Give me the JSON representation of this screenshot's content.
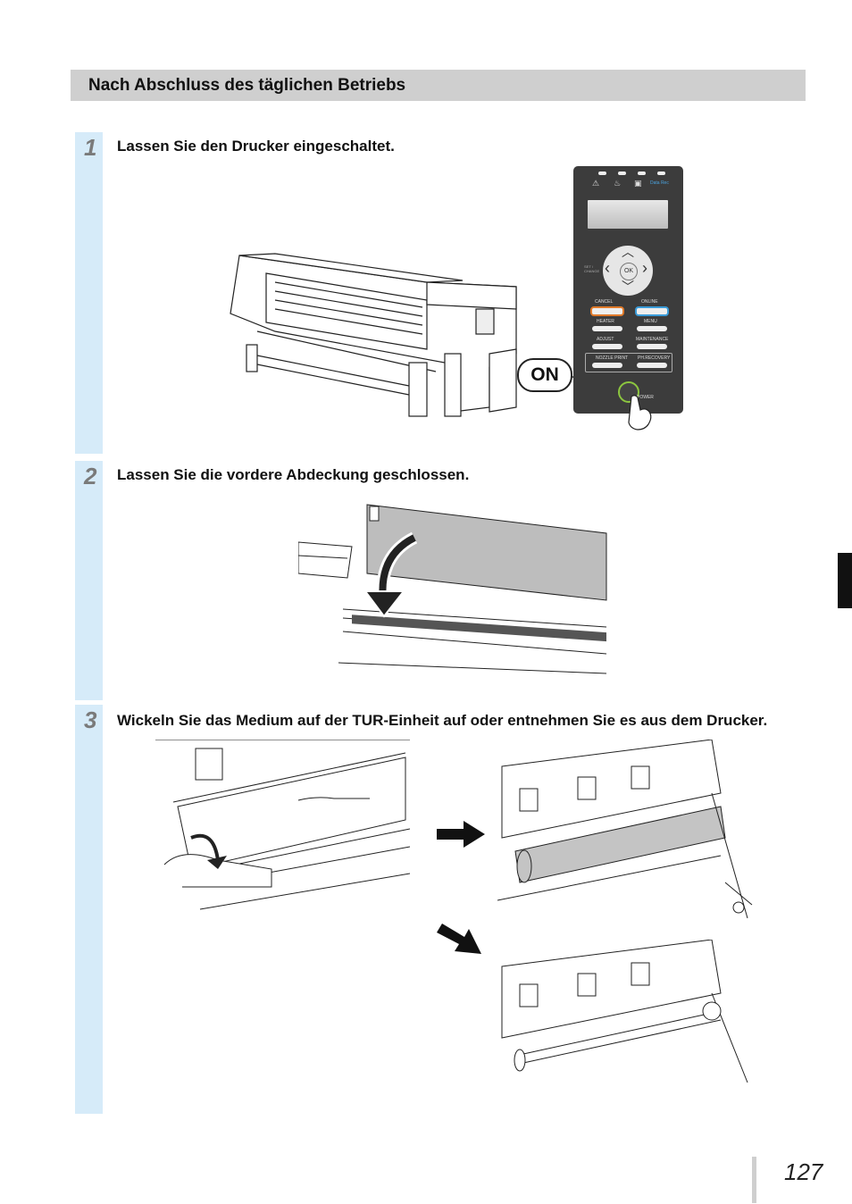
{
  "section_title": "Nach Abschluss des täglichen Betriebs",
  "steps": [
    {
      "number": "1",
      "text": "Lassen Sie den Drucker eingeschaltet."
    },
    {
      "number": "2",
      "text": "Lassen Sie die vordere Abdeckung geschlossen."
    },
    {
      "number": "3",
      "text": "Wickeln Sie das Medium auf der TUR-Einheit auf oder entnehmen Sie es aus dem Drucker."
    }
  ],
  "control_panel": {
    "display_label": "Data Rec",
    "ok_label": "OK",
    "small_label": "SET / CHANGE",
    "cancel": "CANCEL",
    "online": "ONLINE",
    "heater": "HEATER",
    "menu": "MENU",
    "adjust": "ADJUST",
    "maintenance": "MAINTENANCE",
    "nozzle_print": "NOZZLE PRINT",
    "ph_recovery": "PH.RECOVERY",
    "power": "POWER"
  },
  "on_callout": "ON",
  "page_number": "127"
}
